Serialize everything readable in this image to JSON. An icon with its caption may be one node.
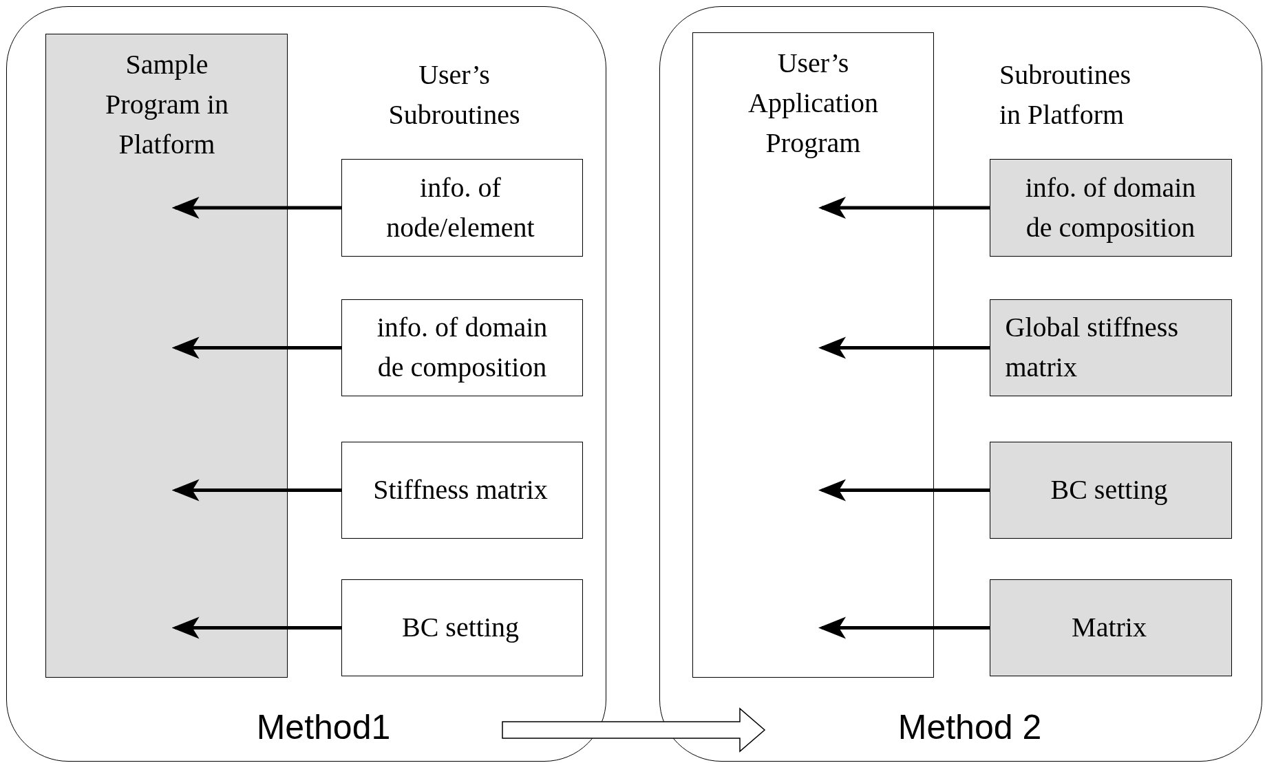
{
  "diagram": {
    "nodes": [
      {
        "text": [
          "Method1"
        ]
      },
      {
        "text": [
          "Sample Program in Platform"
        ],
        "in": 0
      },
      {
        "text": [
          "info. of node/element"
        ],
        "in": 0
      },
      {
        "text": [
          "info. of domain de composition"
        ],
        "in": 0
      },
      {
        "text": [
          "Stiffness matrix"
        ],
        "in": 0
      },
      {
        "text": [
          "BC setting"
        ],
        "in": 0
      },
      {
        "text": [
          "Method 2"
        ]
      },
      {
        "text": [
          "User’s Application Program"
        ],
        "in": 6
      },
      {
        "text": [
          "info. of domain de composition"
        ],
        "in": 6
      },
      {
        "text": [
          "Global stiffness matrix"
        ],
        "in": 6
      },
      {
        "text": [
          "BC setting"
        ],
        "in": 6
      },
      {
        "text": [
          "Matrix"
        ],
        "in": 6
      }
    ],
    "edges": [
      {
        "from": 2,
        "to": 1,
        "arrow": "to"
      },
      {
        "from": 3,
        "to": 1,
        "arrow": "to"
      },
      {
        "from": 4,
        "to": 1,
        "arrow": "to"
      },
      {
        "from": 5,
        "to": 1,
        "arrow": "to"
      },
      {
        "from": 8,
        "to": 7,
        "arrow": "to"
      },
      {
        "from": 9,
        "to": 7,
        "arrow": "to"
      },
      {
        "from": 10,
        "to": 7,
        "arrow": "to"
      },
      {
        "from": 11,
        "to": 7,
        "arrow": "to"
      },
      {
        "from": 0,
        "to": 6,
        "arrow": "to"
      }
    ],
    "labels": [
      "User’s Subroutines",
      "Subroutines in Platform"
    ]
  }
}
